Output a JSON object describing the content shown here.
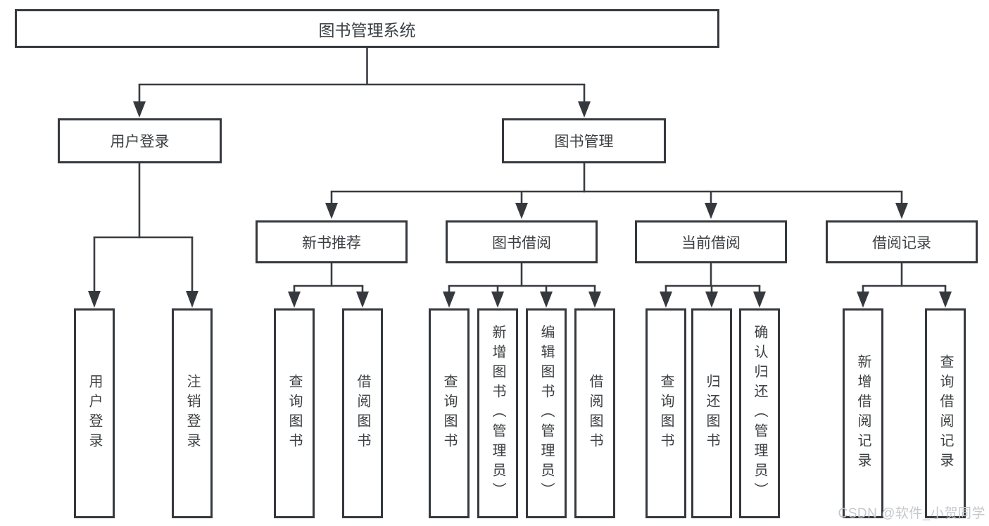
{
  "diagram": {
    "type": "hierarchy-tree",
    "root": {
      "label": "图书管理系统"
    },
    "level2": [
      {
        "label": "用户登录"
      },
      {
        "label": "图书管理"
      }
    ],
    "level3": [
      {
        "label": "新书推荐"
      },
      {
        "label": "图书借阅"
      },
      {
        "label": "当前借阅"
      },
      {
        "label": "借阅记录"
      }
    ],
    "leaves": {
      "user_login": [
        {
          "label": "用户登录"
        },
        {
          "label": "注销登录"
        }
      ],
      "new_book_recommend": [
        {
          "label": "查询图书"
        },
        {
          "label": "借阅图书"
        }
      ],
      "book_borrowing": [
        {
          "label": "查询图书"
        },
        {
          "label": "新增图书（管理员）"
        },
        {
          "label": "编辑图书（管理员）"
        },
        {
          "label": "借阅图书"
        }
      ],
      "current_borrowing": [
        {
          "label": "查询图书"
        },
        {
          "label": "归还图书"
        },
        {
          "label": "确认归还（管理员）"
        }
      ],
      "borrowing_records": [
        {
          "label": "新增借阅记录"
        },
        {
          "label": "查询借阅记录"
        }
      ]
    }
  },
  "watermark": {
    "text": "CSDN @软件_小贺同学"
  },
  "colors": {
    "line": "#393d41",
    "border": "#35393d",
    "text": "#3c4043",
    "box_background": "#ffffff",
    "page_background": "#ffffff",
    "watermark": "#c4c8cc"
  }
}
